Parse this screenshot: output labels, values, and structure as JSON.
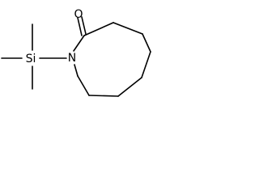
{
  "molecule": {
    "atoms": {
      "oxygen": "O",
      "nitrogen": "N",
      "silicon": "Si"
    }
  },
  "colors": {
    "bond": "#000000",
    "background": "#ffffff",
    "label": "#000000"
  }
}
